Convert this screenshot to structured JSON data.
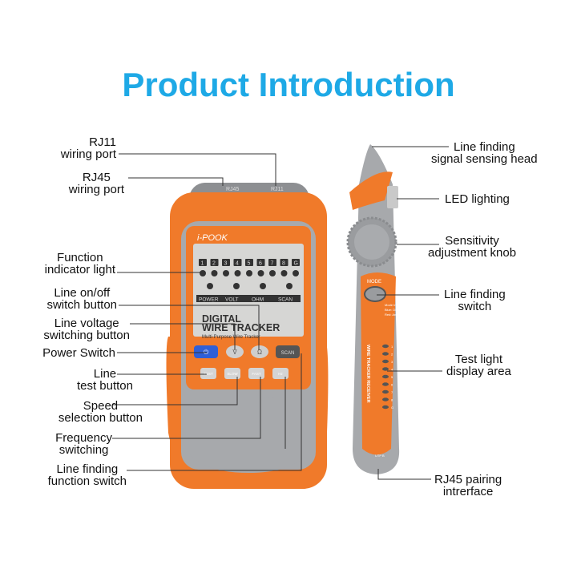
{
  "title": "Product Introduction",
  "left_labels": [
    {
      "l1": "RJ11",
      "l2": "wiring port"
    },
    {
      "l1": "RJ45",
      "l2": "wiring port"
    },
    {
      "l1": "Function",
      "l2": "indicator light"
    },
    {
      "l1": "Line on/off",
      "l2": "switch button"
    },
    {
      "l1": "Line voltage",
      "l2": "switching button"
    },
    {
      "l1": "Power Switch",
      "l2": ""
    },
    {
      "l1": "Line",
      "l2": "test button"
    },
    {
      "l1": "Speed",
      "l2": "selection button"
    },
    {
      "l1": "Frequency",
      "l2": "switching"
    },
    {
      "l1": "Line finding",
      "l2": "function switch"
    }
  ],
  "right_labels": [
    {
      "l1": "Line finding",
      "l2": "signal sensing head"
    },
    {
      "l1": "LED lighting",
      "l2": ""
    },
    {
      "l1": "Sensitivity",
      "l2": "adjustment knob"
    },
    {
      "l1": "Line finding",
      "l2": "switch"
    },
    {
      "l1": "Test light",
      "l2": "display area"
    },
    {
      "l1": "RJ45 pairing",
      "l2": "intrerface"
    }
  ],
  "transmitter": {
    "brand": "i-POOK",
    "port_labels": [
      "RJ45",
      "RJ11"
    ],
    "channels": [
      "1",
      "2",
      "3",
      "4",
      "5",
      "6",
      "7",
      "8",
      "G"
    ],
    "modes": [
      "POWER",
      "VOLT",
      "OHM",
      "SCAN"
    ],
    "name_line1": "DIGITAL",
    "name_line2": "WIRE TRACKER",
    "subtitle": "Multi-Purpose Wire Tracker",
    "buttons_row1": [
      "⏻",
      "V",
      "Ω",
      "SCAN"
    ],
    "buttons_row2": [
      "TEST",
      "SLOW",
      "FAST",
      "Hz"
    ]
  },
  "receiver": {
    "mode_label": "MODE",
    "mode_indicator": [
      "Mode Indicator",
      "Blue: Digital",
      "Red: Analog"
    ],
    "vertical_text": "WIRE TRACKER RECEIVER",
    "leds": [
      "1",
      "2",
      "3",
      "4",
      "5",
      "6",
      "7",
      "8",
      "G"
    ],
    "port_label": "UTP B"
  },
  "colors": {
    "title": "#1ea9e6",
    "orange": "#f07a2a",
    "gray": "#a7a9ac",
    "power_button": "#2f5fd6"
  }
}
